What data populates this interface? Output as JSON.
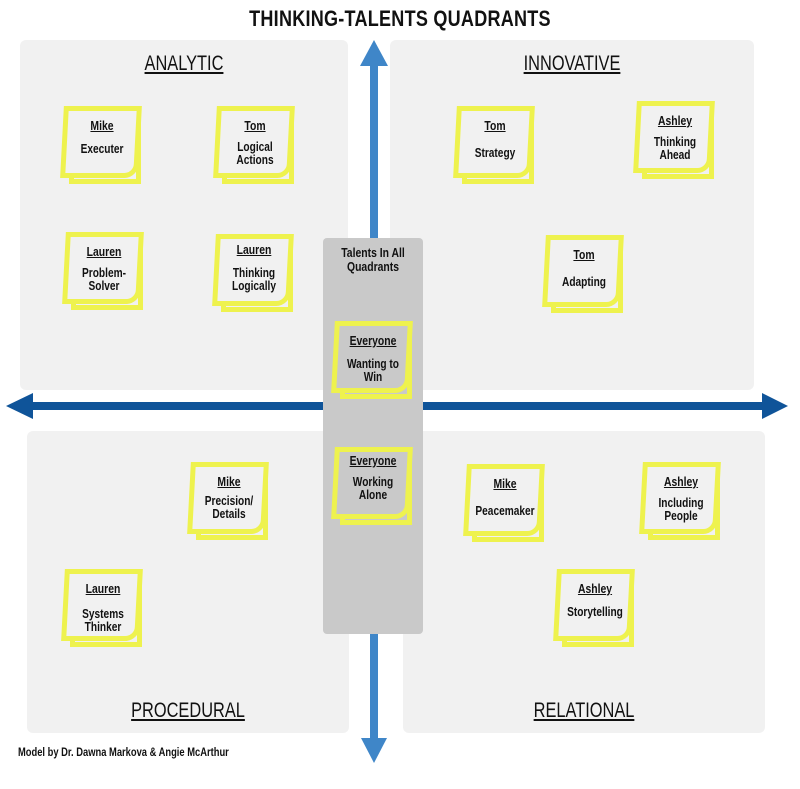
{
  "title": "THINKING-TALENTS QUADRANTS",
  "credit": "Model by Dr. Dawna Markova & Angie McArthur",
  "colors": {
    "vertical_axis": "#3f86c8",
    "horizontal_axis": "#0f5499",
    "sticky_note_border": "#eef24e",
    "quadrant_bg": "#f1f1f1",
    "center_column_bg": "#c9c9c9"
  },
  "quadrants": {
    "analytic": {
      "label": "ANALYTIC",
      "notes": [
        {
          "name": "Mike",
          "talent": "Executer"
        },
        {
          "name": "Tom",
          "talent": "Logical\nActions"
        },
        {
          "name": "Lauren",
          "talent": "Problem-\nSolver"
        },
        {
          "name": "Lauren",
          "talent": "Thinking\nLogically"
        }
      ]
    },
    "innovative": {
      "label": "INNOVATIVE",
      "notes": [
        {
          "name": "Tom",
          "talent": "Strategy"
        },
        {
          "name": "Ashley",
          "talent": "Thinking\nAhead"
        },
        {
          "name": "Tom",
          "talent": "Adapting"
        }
      ]
    },
    "procedural": {
      "label": "PROCEDURAL",
      "notes": [
        {
          "name": "Mike",
          "talent": "Precision/\nDetails"
        },
        {
          "name": "Lauren",
          "talent": "Systems\nThinker"
        }
      ]
    },
    "relational": {
      "label": "RELATIONAL",
      "notes": [
        {
          "name": "Mike",
          "talent": "Peacemaker"
        },
        {
          "name": "Ashley",
          "talent": "Including\nPeople"
        },
        {
          "name": "Ashley",
          "talent": "Storytelling"
        }
      ]
    }
  },
  "center": {
    "title": "Talents In All\nQuadrants",
    "notes": [
      {
        "name": "Everyone",
        "talent": "Wanting to\nWin"
      },
      {
        "name": "Everyone",
        "talent": "Working\nAlone"
      }
    ]
  },
  "icons": {
    "up": "arrow-up-icon",
    "down": "arrow-down-icon",
    "left": "arrow-left-icon",
    "right": "arrow-right-icon"
  }
}
